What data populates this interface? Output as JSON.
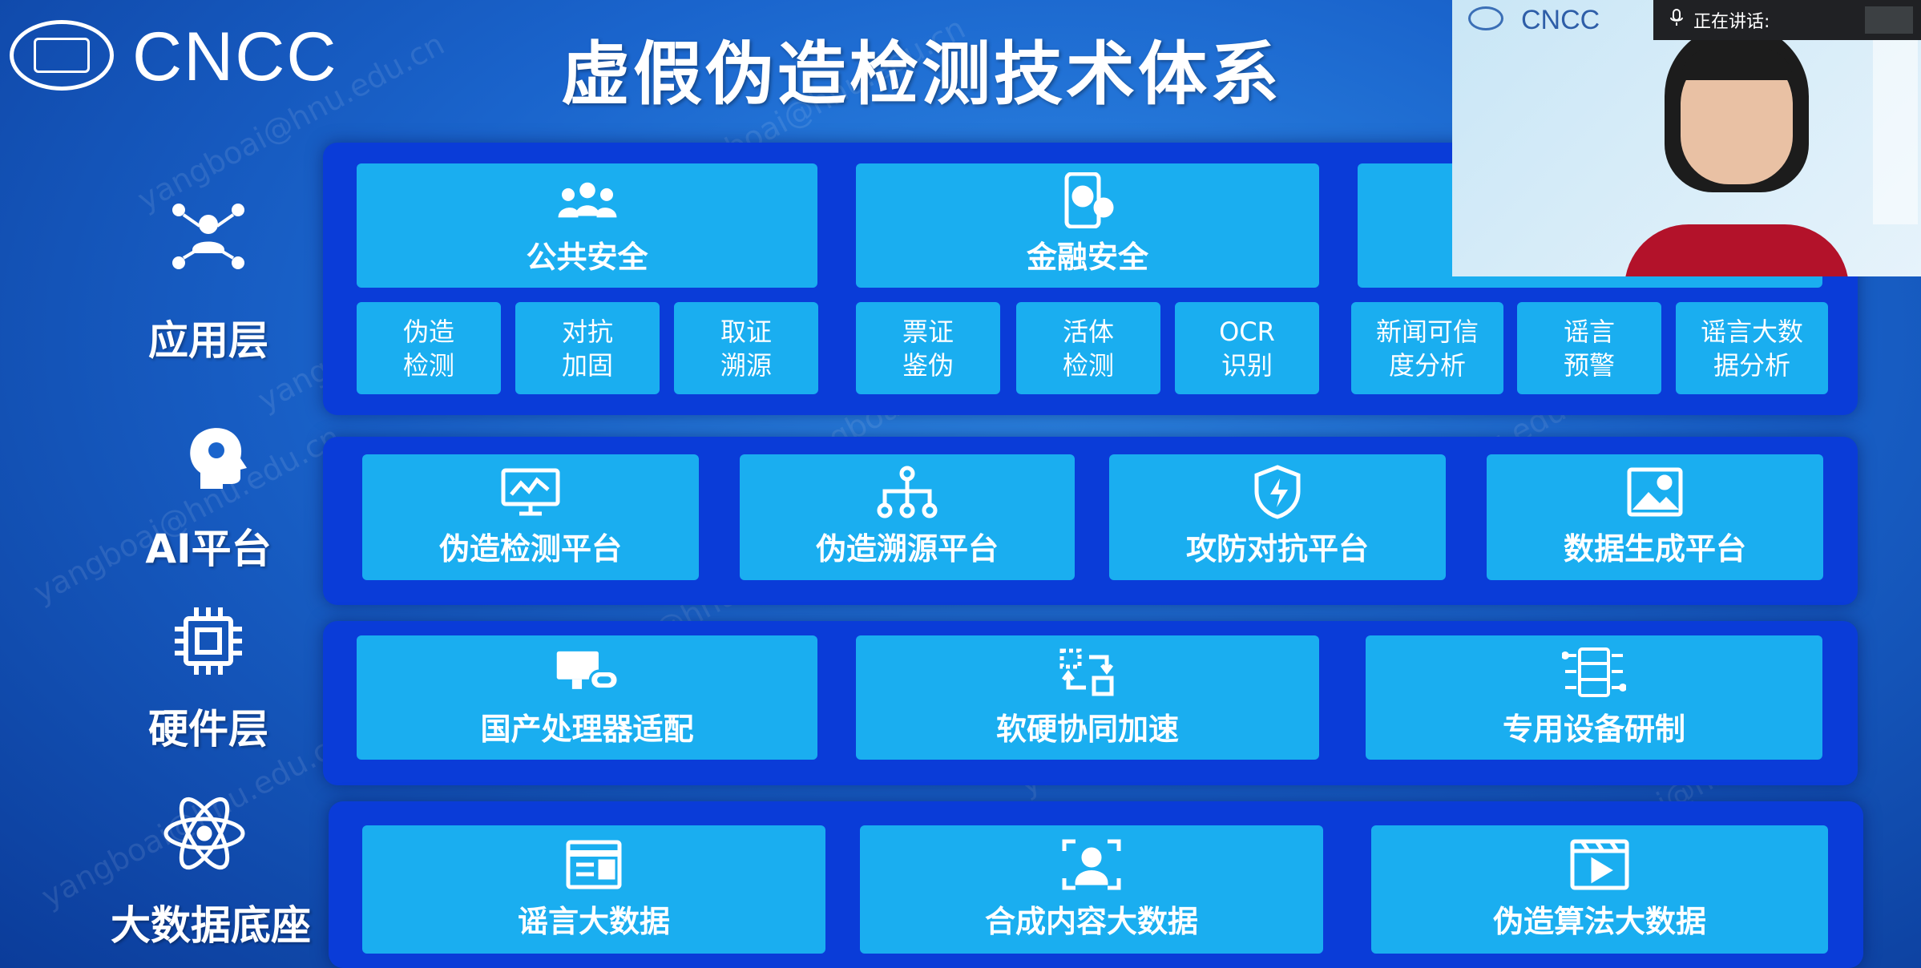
{
  "brand": "CNCC",
  "title": "虚假伪造检测技术体系",
  "watermark": "yangboai@hnu.edu.cn",
  "speaking_label": "正在讲话:",
  "video_brand": "CNCC",
  "layers": {
    "application": "应用层",
    "ai_platform": "AI平台",
    "hardware": "硬件层",
    "bigdata": "大数据底座"
  },
  "application": {
    "groups": [
      {
        "label": "公共安全",
        "icon": "people-group-icon",
        "subs": [
          [
            "伪造",
            "检测"
          ],
          [
            "对抗",
            "加固"
          ],
          [
            "取证",
            "溯源"
          ]
        ]
      },
      {
        "label": "金融安全",
        "icon": "mobile-payment-icon",
        "subs": [
          [
            "票证",
            "鉴伪"
          ],
          [
            "活体",
            "检测"
          ],
          [
            "OCR",
            "识别"
          ]
        ]
      },
      {
        "label": "",
        "icon": "",
        "subs": [
          [
            "新闻可信",
            "度分析"
          ],
          [
            "谣言",
            "预警"
          ],
          [
            "谣言大数",
            "据分析"
          ]
        ]
      }
    ]
  },
  "ai_platform": {
    "items": [
      {
        "label": "伪造检测平台",
        "icon": "monitor-chart-icon"
      },
      {
        "label": "伪造溯源平台",
        "icon": "hierarchy-tree-icon"
      },
      {
        "label": "攻防对抗平台",
        "icon": "shield-bolt-icon"
      },
      {
        "label": "数据生成平台",
        "icon": "image-icon"
      }
    ]
  },
  "hardware": {
    "items": [
      {
        "label": "国产处理器适配",
        "icon": "desktop-processor-icon"
      },
      {
        "label": "软硬协同加速",
        "icon": "sync-arrows-icon"
      },
      {
        "label": "专用设备研制",
        "icon": "server-rack-icon"
      }
    ]
  },
  "bigdata": {
    "items": [
      {
        "label": "谣言大数据",
        "icon": "document-icon"
      },
      {
        "label": "合成内容大数据",
        "icon": "face-scan-icon"
      },
      {
        "label": "伪造算法大数据",
        "icon": "video-icon"
      }
    ]
  }
}
